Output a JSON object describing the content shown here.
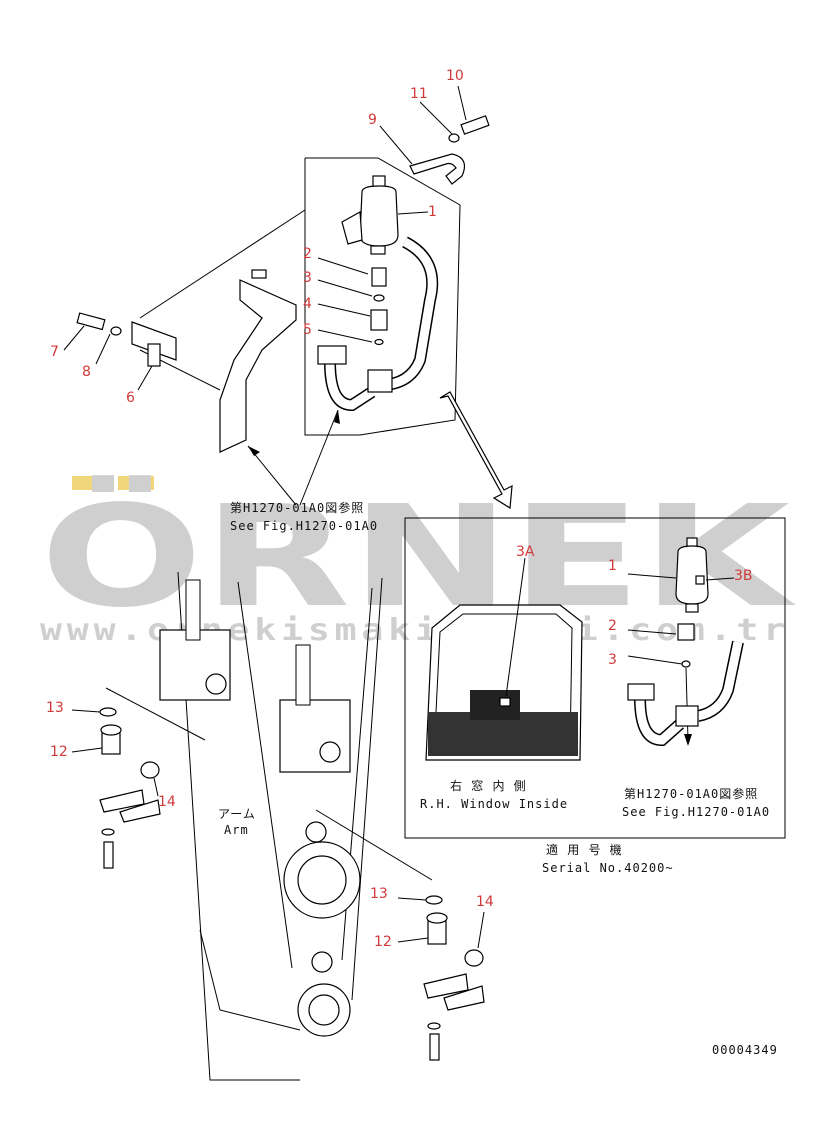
{
  "watermark": {
    "brand": "ÖRNEK",
    "url": "www.ornekismakinalari.com.tr",
    "accent_color": "#f2d77a",
    "color": "#cfcfcf"
  },
  "callouts": {
    "c1": "1",
    "c2": "2",
    "c3": "3",
    "c4": "4",
    "c5": "5",
    "c6": "6",
    "c7": "7",
    "c8": "8",
    "c9": "9",
    "c10": "10",
    "c11": "11",
    "c12a": "12",
    "c13a": "13",
    "c14a": "14",
    "c12b": "12",
    "c13b": "13",
    "c14b": "14",
    "d1": "1",
    "d2": "2",
    "d3": "3",
    "d3a": "3A",
    "d3b": "3B"
  },
  "references": {
    "main_jp": "第H1270-01A0図参照",
    "main_en": "See Fig.H1270-01A0",
    "detail_jp": "第H1270-01A0図参照",
    "detail_en": "See Fig.H1270-01A0"
  },
  "labels": {
    "arm_jp": "アーム",
    "arm_en": "Arm",
    "window_jp": "右 窓 内 側",
    "window_en": "R.H. Window Inside",
    "serial_jp": "適 用 号 機",
    "serial_en": "Serial No.40200~"
  },
  "drawing_number": "00004349",
  "label_color": "#d23a3a"
}
